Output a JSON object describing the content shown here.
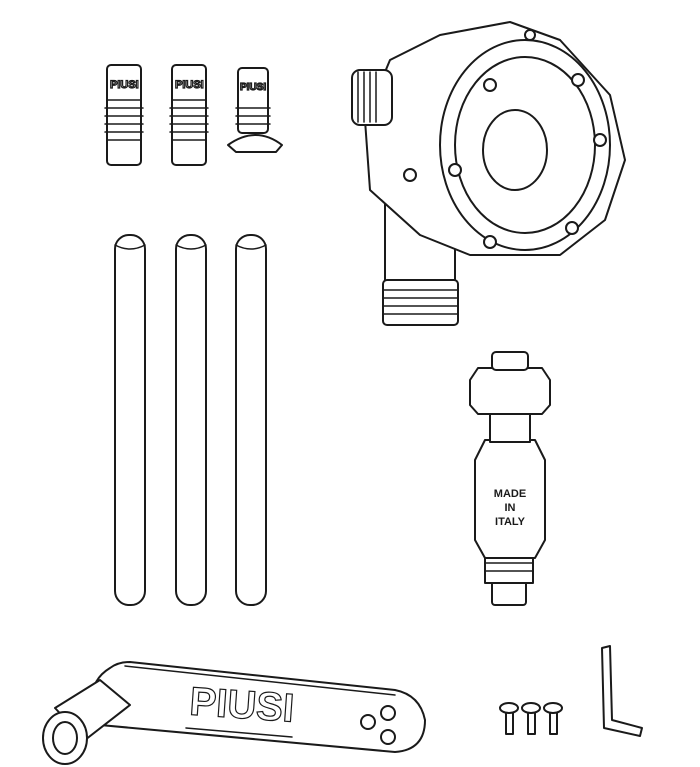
{
  "illustration": {
    "brand_logo": "PIUSI",
    "adapter_label": {
      "line1": "MADE",
      "line2": "IN",
      "line3": "ITALY"
    },
    "colors": {
      "line": "#1a1a1a",
      "background": "#ffffff"
    },
    "parts": [
      "suction-fitting",
      "suction-fitting",
      "suction-fitting-with-foot",
      "suction-tube",
      "suction-tube",
      "suction-tube",
      "pump-body",
      "outlet-adapter",
      "crank-handle",
      "screw",
      "screw",
      "screw",
      "allen-key"
    ]
  }
}
